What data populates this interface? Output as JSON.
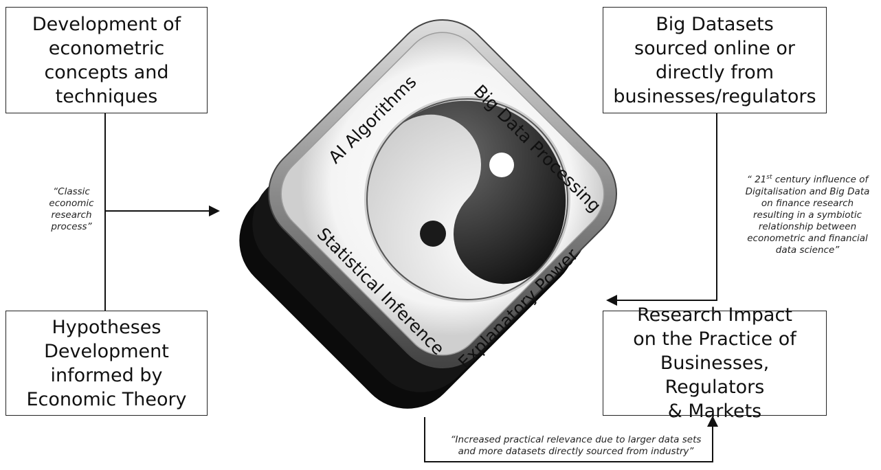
{
  "boxes": {
    "top_left": "Development of\neconometric\nconcepts and\ntechniques",
    "bottom_left": "Hypotheses\nDevelopment\ninformed by\nEconomic Theory",
    "top_right": "Big Datasets\nsourced online or\ndirectly from\nbusinesses/regulators",
    "bottom_right": "Research Impact\non the Practice of\nBusinesses, Regulators\n& Markets"
  },
  "notes": {
    "left": "“Classic\neconomic\nresearch\nprocess”",
    "right_prefix": "“ 21",
    "right_superscript": "st",
    "right_rest": " century influence of",
    "right_body": "Digitalisation and Big Data\non finance research\nresulting in a symbiotic\nrelationship between\neconometric and financial\ndata science”",
    "bottom": "“Increased practical relevance due to larger data sets\nand more datasets directly sourced from industry”"
  },
  "center": {
    "label_top_left": "AI Algorithms",
    "label_top_right": "Big Data Processing",
    "label_bottom_left": "Statistical Inference",
    "label_bottom_right": "Explanatory Power"
  },
  "colors": {
    "shadow": "#0b0b0b",
    "face": "#ffffff",
    "rim": "#9a9a9a",
    "yin_dark": "#2a2a2a",
    "yang_light": "#f2f2f2"
  },
  "icons": {
    "center": "yin-yang-icon"
  }
}
